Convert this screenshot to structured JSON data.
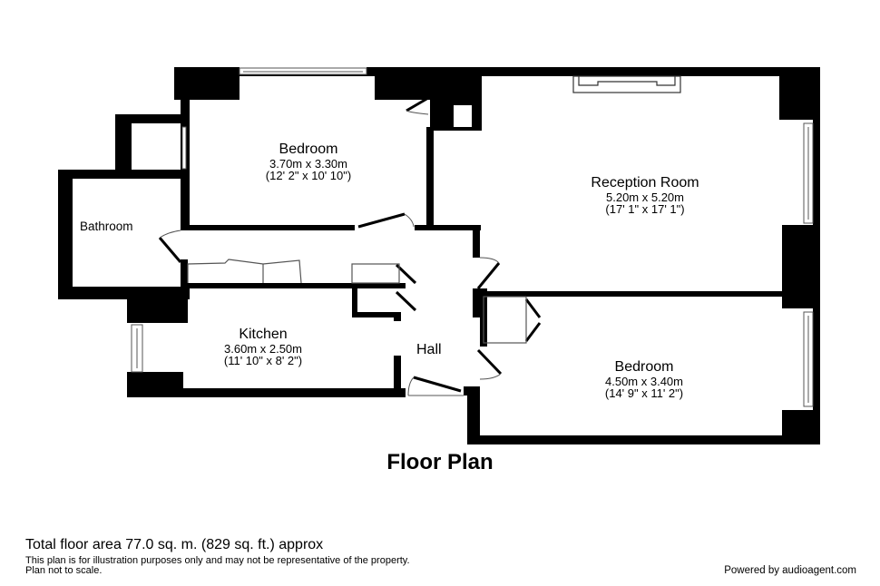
{
  "title": "Floor Plan",
  "rooms": {
    "bedroom1": {
      "name": "Bedroom",
      "metric": "3.70m x 3.30m",
      "imperial": "(12' 2\" x 10' 10\")"
    },
    "reception": {
      "name": "Reception Room",
      "metric": "5.20m x 5.20m",
      "imperial": "(17' 1\" x 17' 1\")"
    },
    "bathroom": {
      "name": "Bathroom"
    },
    "kitchen": {
      "name": "Kitchen",
      "metric": "3.60m x 2.50m",
      "imperial": "(11' 10\" x 8' 2\")"
    },
    "hall": {
      "name": "Hall"
    },
    "bedroom2": {
      "name": "Bedroom",
      "metric": "4.50m x 3.40m",
      "imperial": "(14' 9\" x 11' 2\")"
    }
  },
  "footer": {
    "total_area": "Total floor area 77.0 sq. m. (829 sq. ft.) approx",
    "disclaimer_line1": "This plan is for illustration purposes only and may not be representative of the property.",
    "disclaimer_line2": "Plan not to scale.",
    "powered_by": "Powered by audioagent.com"
  },
  "colors": {
    "wall": "#000000",
    "background": "#ffffff",
    "fixture": "#555555"
  }
}
